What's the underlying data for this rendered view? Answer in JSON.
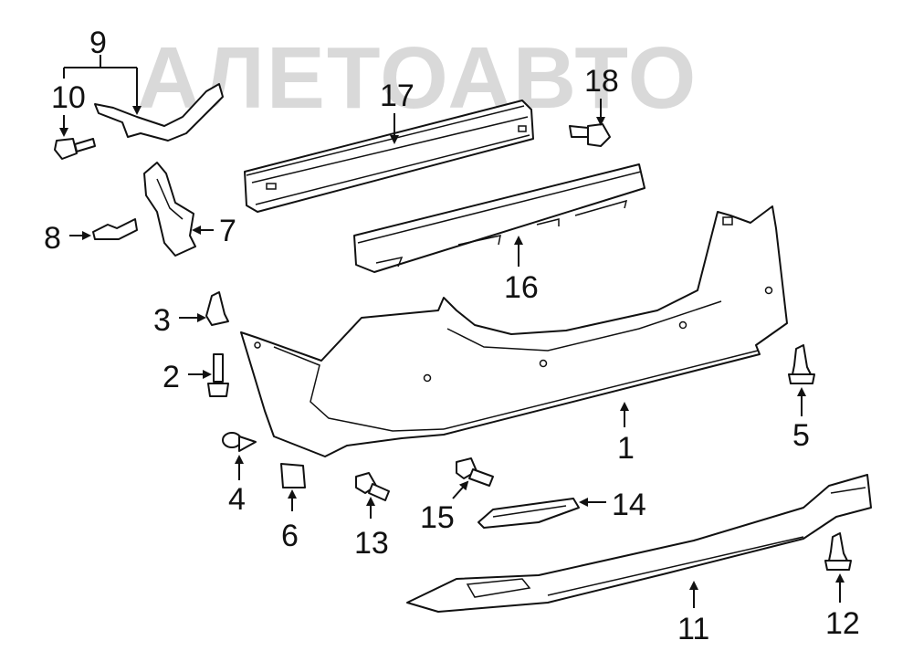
{
  "watermark": {
    "text": "АЛЕТОАВТО"
  },
  "callouts": [
    {
      "id": "p1",
      "label": "1"
    },
    {
      "id": "p2",
      "label": "2"
    },
    {
      "id": "p3",
      "label": "3"
    },
    {
      "id": "p4",
      "label": "4"
    },
    {
      "id": "p5",
      "label": "5"
    },
    {
      "id": "p6",
      "label": "6"
    },
    {
      "id": "p7",
      "label": "7"
    },
    {
      "id": "p8",
      "label": "8"
    },
    {
      "id": "p9",
      "label": "9"
    },
    {
      "id": "p10",
      "label": "10"
    },
    {
      "id": "p11",
      "label": "11"
    },
    {
      "id": "p12",
      "label": "12"
    },
    {
      "id": "p13",
      "label": "13"
    },
    {
      "id": "p14",
      "label": "14"
    },
    {
      "id": "p15",
      "label": "15"
    },
    {
      "id": "p16",
      "label": "16"
    },
    {
      "id": "p17",
      "label": "17"
    },
    {
      "id": "p18",
      "label": "18"
    }
  ],
  "colors": {
    "line": "#111111",
    "watermark": "#d9d9d9",
    "background": "#ffffff"
  }
}
